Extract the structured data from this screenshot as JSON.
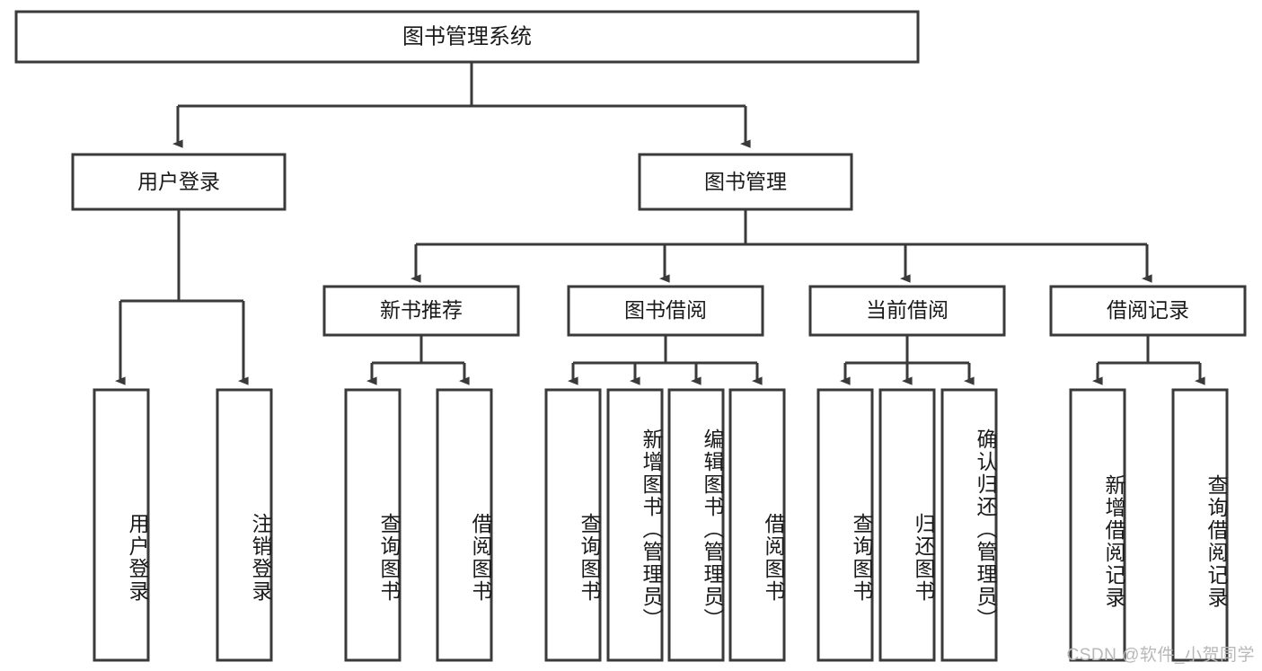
{
  "diagram": {
    "title": "图书管理系统",
    "type": "hierarchy-tree",
    "root": {
      "id": "root",
      "label": "图书管理系统",
      "orientation": "horizontal"
    },
    "level2": [
      {
        "id": "user-login",
        "label": "用户登录",
        "orientation": "horizontal"
      },
      {
        "id": "book-manage",
        "label": "图书管理",
        "orientation": "horizontal"
      }
    ],
    "level3": [
      {
        "id": "new-book-recommend",
        "label": "新书推荐",
        "orientation": "horizontal"
      },
      {
        "id": "book-borrow",
        "label": "图书借阅",
        "orientation": "horizontal"
      },
      {
        "id": "current-borrow",
        "label": "当前借阅",
        "orientation": "horizontal"
      },
      {
        "id": "borrow-record",
        "label": "借阅记录",
        "orientation": "horizontal"
      }
    ],
    "leaves": {
      "user_login": [
        {
          "id": "leaf-user-login",
          "label": "用户登录",
          "orientation": "vertical"
        },
        {
          "id": "leaf-logout-login",
          "label": "注销登录",
          "orientation": "vertical"
        }
      ],
      "new_book_recommend": [
        {
          "id": "leaf-query-book-1",
          "label": "查询图书",
          "orientation": "vertical"
        },
        {
          "id": "leaf-borrow-book-1",
          "label": "借阅图书",
          "orientation": "vertical"
        }
      ],
      "book_borrow": [
        {
          "id": "leaf-query-book-2",
          "label": "查询图书",
          "orientation": "vertical"
        },
        {
          "id": "leaf-add-book",
          "label": "新增图书（管理员）",
          "orientation": "vertical"
        },
        {
          "id": "leaf-edit-book",
          "label": "编辑图书（管理员）",
          "orientation": "vertical"
        },
        {
          "id": "leaf-borrow-book-2",
          "label": "借阅图书",
          "orientation": "vertical"
        }
      ],
      "current_borrow": [
        {
          "id": "leaf-query-book-3",
          "label": "查询图书",
          "orientation": "vertical"
        },
        {
          "id": "leaf-return-book",
          "label": "归还图书",
          "orientation": "vertical"
        },
        {
          "id": "leaf-confirm-return",
          "label": "确认归还（管理员）",
          "orientation": "vertical"
        }
      ],
      "borrow_record": [
        {
          "id": "leaf-add-borrow-record",
          "label": "新增借阅记录",
          "orientation": "vertical"
        },
        {
          "id": "leaf-query-borrow-record",
          "label": "查询借阅记录",
          "orientation": "vertical"
        }
      ]
    },
    "colors": {
      "stroke": "#3a3a3a",
      "fill": "#ffffff",
      "text": "#1a1a1a",
      "watermark": "#b8b8b8"
    }
  },
  "watermark": {
    "text": "CSDN @软件_小贺同学"
  }
}
